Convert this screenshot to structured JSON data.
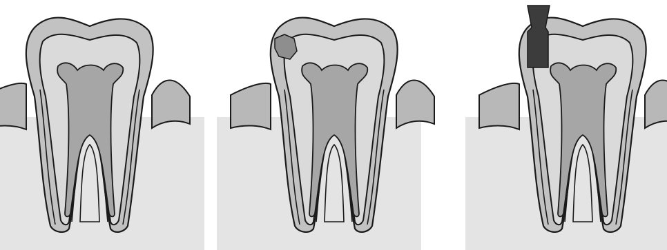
{
  "diagram": {
    "panels": [
      {
        "stage": "healthy-tooth",
        "lesion": "none"
      },
      {
        "stage": "cavity-in-enamel",
        "lesion": "small-cavity"
      },
      {
        "stage": "deep-cavity-reaching-pulp",
        "lesion": "deep-cavity"
      }
    ],
    "colors": {
      "background": "#ffffff",
      "panel_bg": "#e8e8e8",
      "gum_below": "#e4e4e4",
      "gum_band": "#b8b8b8",
      "enamel": "#c2c2c2",
      "dentin": "#dadada",
      "pulp": "#a6a6a6",
      "cavity_light": "#8e8e8e",
      "cavity_dark": "#3c3c3c",
      "outline": "#1a1a1a"
    }
  }
}
